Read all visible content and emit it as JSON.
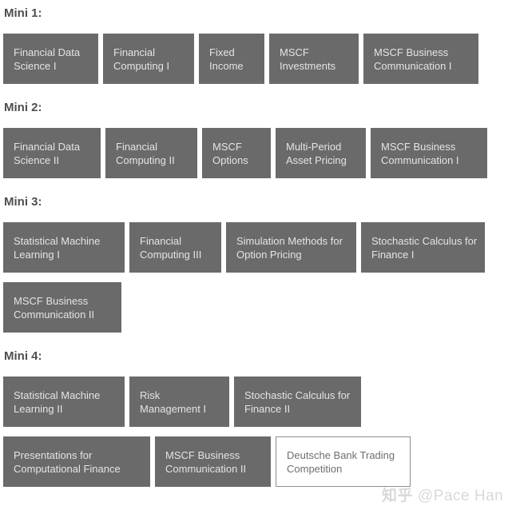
{
  "theme": {
    "background": "#ffffff",
    "box_fill": "#6a6a6a",
    "box_text": "#e4e4e4",
    "section_label_color": "#4e4e4e",
    "outline_box_border": "#8f8f8f",
    "outline_box_text": "#6f6f6f",
    "watermark_color": "#d9d9d9"
  },
  "watermark": {
    "brand": "知乎",
    "handle": "@Pace Han"
  },
  "sections": [
    {
      "label": "Mini 1:",
      "rows": [
        [
          {
            "label": "Financial Data Science I",
            "width": 119
          },
          {
            "label": "Financial Computing I",
            "width": 114
          },
          {
            "label": "Fixed Income",
            "width": 82
          },
          {
            "label": "MSCF Investments",
            "width": 112
          },
          {
            "label": "MSCF Business Communication I",
            "width": 144
          }
        ]
      ]
    },
    {
      "label": "Mini 2:",
      "rows": [
        [
          {
            "label": "Financial Data Science II",
            "width": 122
          },
          {
            "label": "Financial Computing II",
            "width": 115
          },
          {
            "label": "MSCF Options",
            "width": 86
          },
          {
            "label": "Multi-Period Asset Pricing",
            "width": 113
          },
          {
            "label": "MSCF Business Communication I",
            "width": 146
          }
        ]
      ]
    },
    {
      "label": "Mini 3:",
      "rows": [
        [
          {
            "label": "Statistical Machine Learning I",
            "width": 152
          },
          {
            "label": "Financial Computing III",
            "width": 115
          },
          {
            "label": "Simulation Methods for Option Pricing",
            "width": 163
          },
          {
            "label": "Stochastic Calculus for Finance I",
            "width": 155
          }
        ],
        [
          {
            "label": "MSCF Business Communication II",
            "width": 148
          }
        ]
      ]
    },
    {
      "label": "Mini 4:",
      "rows": [
        [
          {
            "label": "Statistical Machine Learning II",
            "width": 152
          },
          {
            "label": "Risk Management I",
            "width": 125
          },
          {
            "label": "Stochastic Calculus for Finance II",
            "width": 159
          }
        ],
        [
          {
            "label": "Presentations for Computational Finance",
            "width": 184
          },
          {
            "label": "MSCF Business Communication II",
            "width": 145
          },
          {
            "label": "Deutsche Bank Trading Competition",
            "width": 169,
            "outlined": true
          }
        ]
      ]
    }
  ]
}
